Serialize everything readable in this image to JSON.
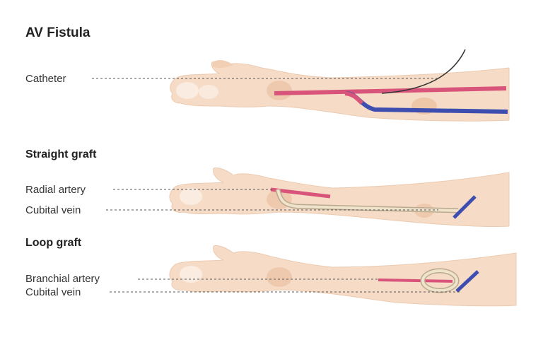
{
  "title": "AV Fistula",
  "panels": [
    {
      "heading": "",
      "labels": [
        "Catheter"
      ]
    },
    {
      "heading": "Straight graft",
      "labels": [
        "Radial artery",
        "Cubital vein"
      ]
    },
    {
      "heading": "Loop graft",
      "labels": [
        "Branchial artery",
        "Cubital vein"
      ]
    }
  ],
  "colors": {
    "skin": "#f6dcc6",
    "skin_shadow": "#ebbd9c",
    "artery": "#d8547a",
    "vein": "#3d4db0",
    "graft": "#e6d8bf",
    "catheter": "#333333"
  }
}
